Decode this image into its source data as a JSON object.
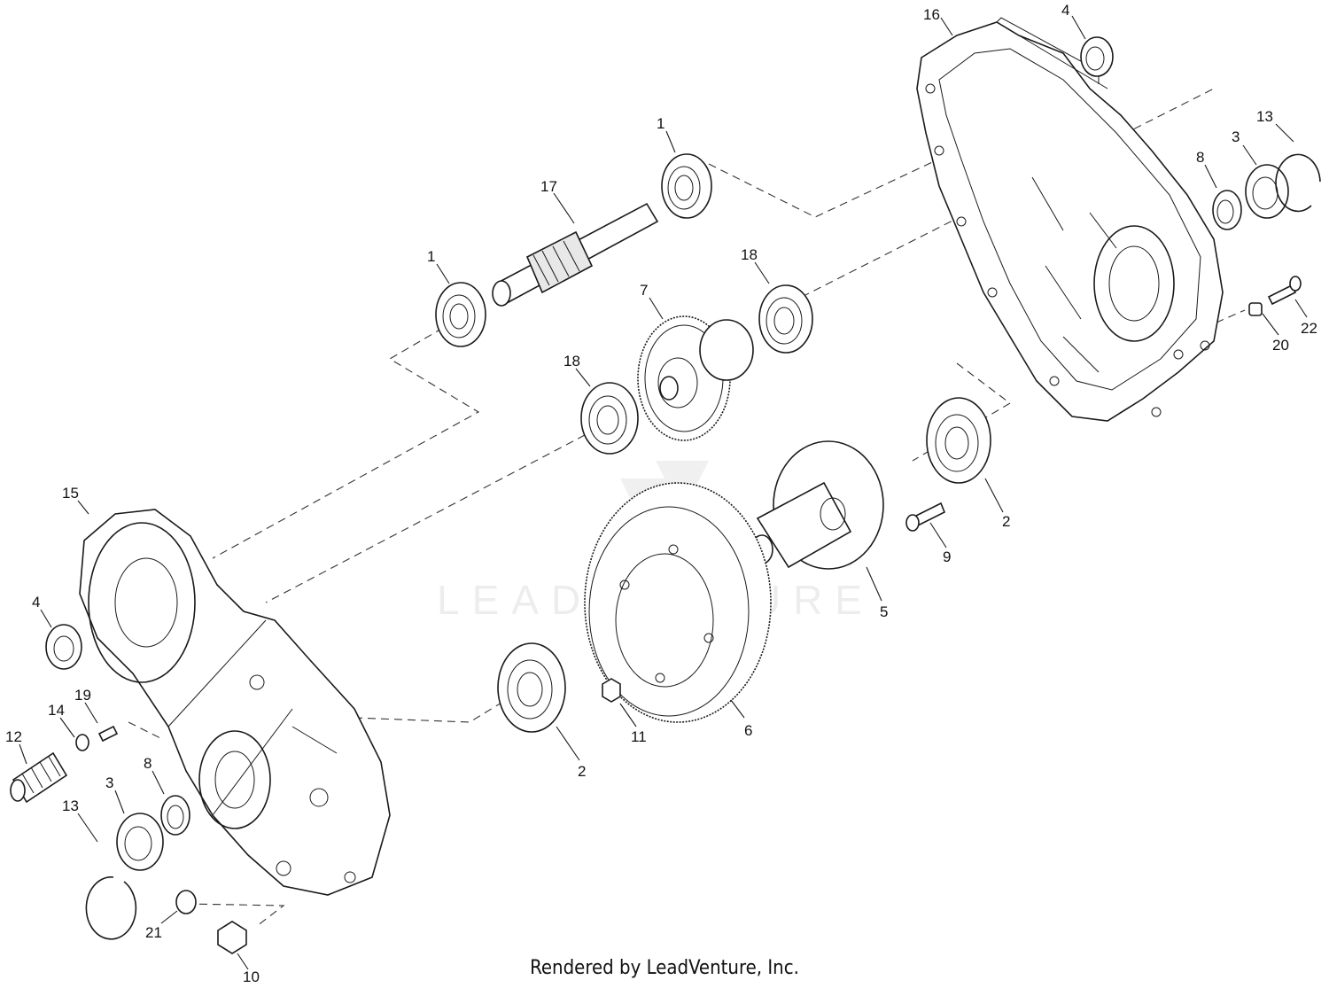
{
  "diagram": {
    "watermark": "LEADVENTURE",
    "footer": "Rendered by LeadVenture, Inc.",
    "callouts": [
      {
        "id": "c16",
        "label": "16"
      },
      {
        "id": "c4a",
        "label": "4"
      },
      {
        "id": "c1a",
        "label": "1"
      },
      {
        "id": "c13a",
        "label": "13"
      },
      {
        "id": "c3a",
        "label": "3"
      },
      {
        "id": "c8a",
        "label": "8"
      },
      {
        "id": "c17",
        "label": "17"
      },
      {
        "id": "c1b",
        "label": "1"
      },
      {
        "id": "c18a",
        "label": "18"
      },
      {
        "id": "c7",
        "label": "7"
      },
      {
        "id": "c22",
        "label": "22"
      },
      {
        "id": "c20",
        "label": "20"
      },
      {
        "id": "c18b",
        "label": "18"
      },
      {
        "id": "c15",
        "label": "15"
      },
      {
        "id": "c2a",
        "label": "2"
      },
      {
        "id": "c9",
        "label": "9"
      },
      {
        "id": "c5",
        "label": "5"
      },
      {
        "id": "c4b",
        "label": "4"
      },
      {
        "id": "c19",
        "label": "19"
      },
      {
        "id": "c14",
        "label": "14"
      },
      {
        "id": "c12",
        "label": "12"
      },
      {
        "id": "c11",
        "label": "11"
      },
      {
        "id": "c6",
        "label": "6"
      },
      {
        "id": "c8b",
        "label": "8"
      },
      {
        "id": "c3b",
        "label": "3"
      },
      {
        "id": "c2b",
        "label": "2"
      },
      {
        "id": "c13b",
        "label": "13"
      },
      {
        "id": "c21",
        "label": "21"
      },
      {
        "id": "c10",
        "label": "10"
      }
    ]
  }
}
